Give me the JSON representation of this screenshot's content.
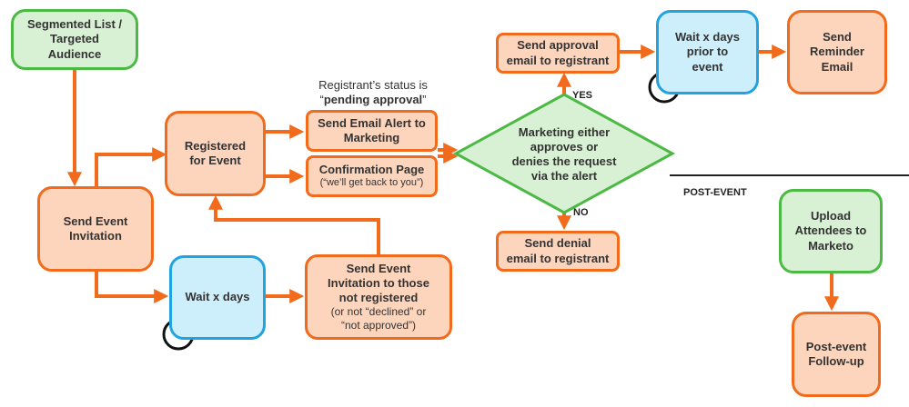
{
  "nodes": {
    "segmented": {
      "lines": [
        "Segmented List /",
        "Targeted",
        "Audience"
      ]
    },
    "send_invitation": {
      "lines": [
        "Send Event",
        "Invitation"
      ]
    },
    "registered": {
      "lines": [
        "Registered",
        "for Event"
      ]
    },
    "wait_days": {
      "lines": [
        "Wait x days"
      ]
    },
    "invite_not_registered": {
      "lines": [
        "Send Event",
        "Invitation to those",
        "not registered"
      ],
      "sub_lines": [
        "(or not “declined” or",
        "“not approved”)"
      ]
    },
    "email_alert": {
      "lines": [
        "Send Email Alert to",
        "Marketing"
      ]
    },
    "confirmation": {
      "lines": [
        "Confirmation Page"
      ],
      "sub_lines": [
        "(“we’ll get back to you”)"
      ]
    },
    "decision": {
      "lines": [
        "Marketing either",
        "approves or",
        "denies the request",
        "via the alert"
      ]
    },
    "approval_email": {
      "lines": [
        "Send approval",
        "email to registrant"
      ]
    },
    "denial_email": {
      "lines": [
        "Send denial",
        "email to registrant"
      ]
    },
    "wait_prior": {
      "lines": [
        "Wait x days",
        "prior to",
        "event"
      ]
    },
    "reminder": {
      "lines": [
        "Send",
        "Reminder",
        "Email"
      ]
    },
    "upload": {
      "lines": [
        "Upload",
        "Attendees to",
        "Marketo"
      ]
    },
    "followup": {
      "lines": [
        "Post-event",
        "Follow-up"
      ]
    }
  },
  "status_note": {
    "line1": "Registrant’s status is",
    "line2_prefix": "“",
    "line2_bold": "pending approval",
    "line2_suffix": "”"
  },
  "edge_labels": {
    "yes": "YES",
    "no": "NO"
  },
  "section_label": "POST-EVENT",
  "colors": {
    "arrow": "#f26a1b",
    "orange_fill": "#fdd5bd",
    "orange_border": "#f26a1b",
    "green_fill": "#d8f0d3",
    "green_border": "#4cb944",
    "blue_fill": "#cdeefb",
    "blue_border": "#22a3e0",
    "divider": "#222222"
  },
  "icons": {
    "timer": "stopwatch-icon"
  }
}
